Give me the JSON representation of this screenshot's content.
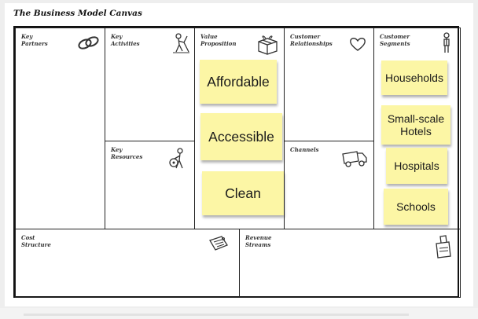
{
  "title": "The Business Model Canvas",
  "blocks": {
    "key_partners": {
      "label": "Key\nPartners",
      "icon": "chain-link-icon"
    },
    "key_activities": {
      "label": "Key\nActivities",
      "icon": "worker-digging-icon"
    },
    "key_resources": {
      "label": "Key\nResources",
      "icon": "worker-with-wheel-icon"
    },
    "value_proposition": {
      "label": "Value\nProposition",
      "icon": "gift-box-icon"
    },
    "customer_relationships": {
      "label": "Customer\nRelationships",
      "icon": "heart-icon"
    },
    "channels": {
      "label": "Channels",
      "icon": "delivery-truck-icon"
    },
    "customer_segments": {
      "label": "Customer\nSegments",
      "icon": "person-standing-icon"
    },
    "cost_structure": {
      "label": "Cost\nStructure",
      "icon": "price-tag-icon"
    },
    "revenue_streams": {
      "label": "Revenue\nStreams",
      "icon": "cash-register-icon"
    }
  },
  "value_proposition_notes": [
    "Affordable",
    "Accessible",
    "Clean"
  ],
  "customer_segment_notes": [
    "Households",
    "Small-scale\nHotels",
    "Hospitals",
    "Schools"
  ],
  "colors": {
    "sticky_note": "#fcf6a5",
    "border": "#222222",
    "label_text": "#333333"
  }
}
